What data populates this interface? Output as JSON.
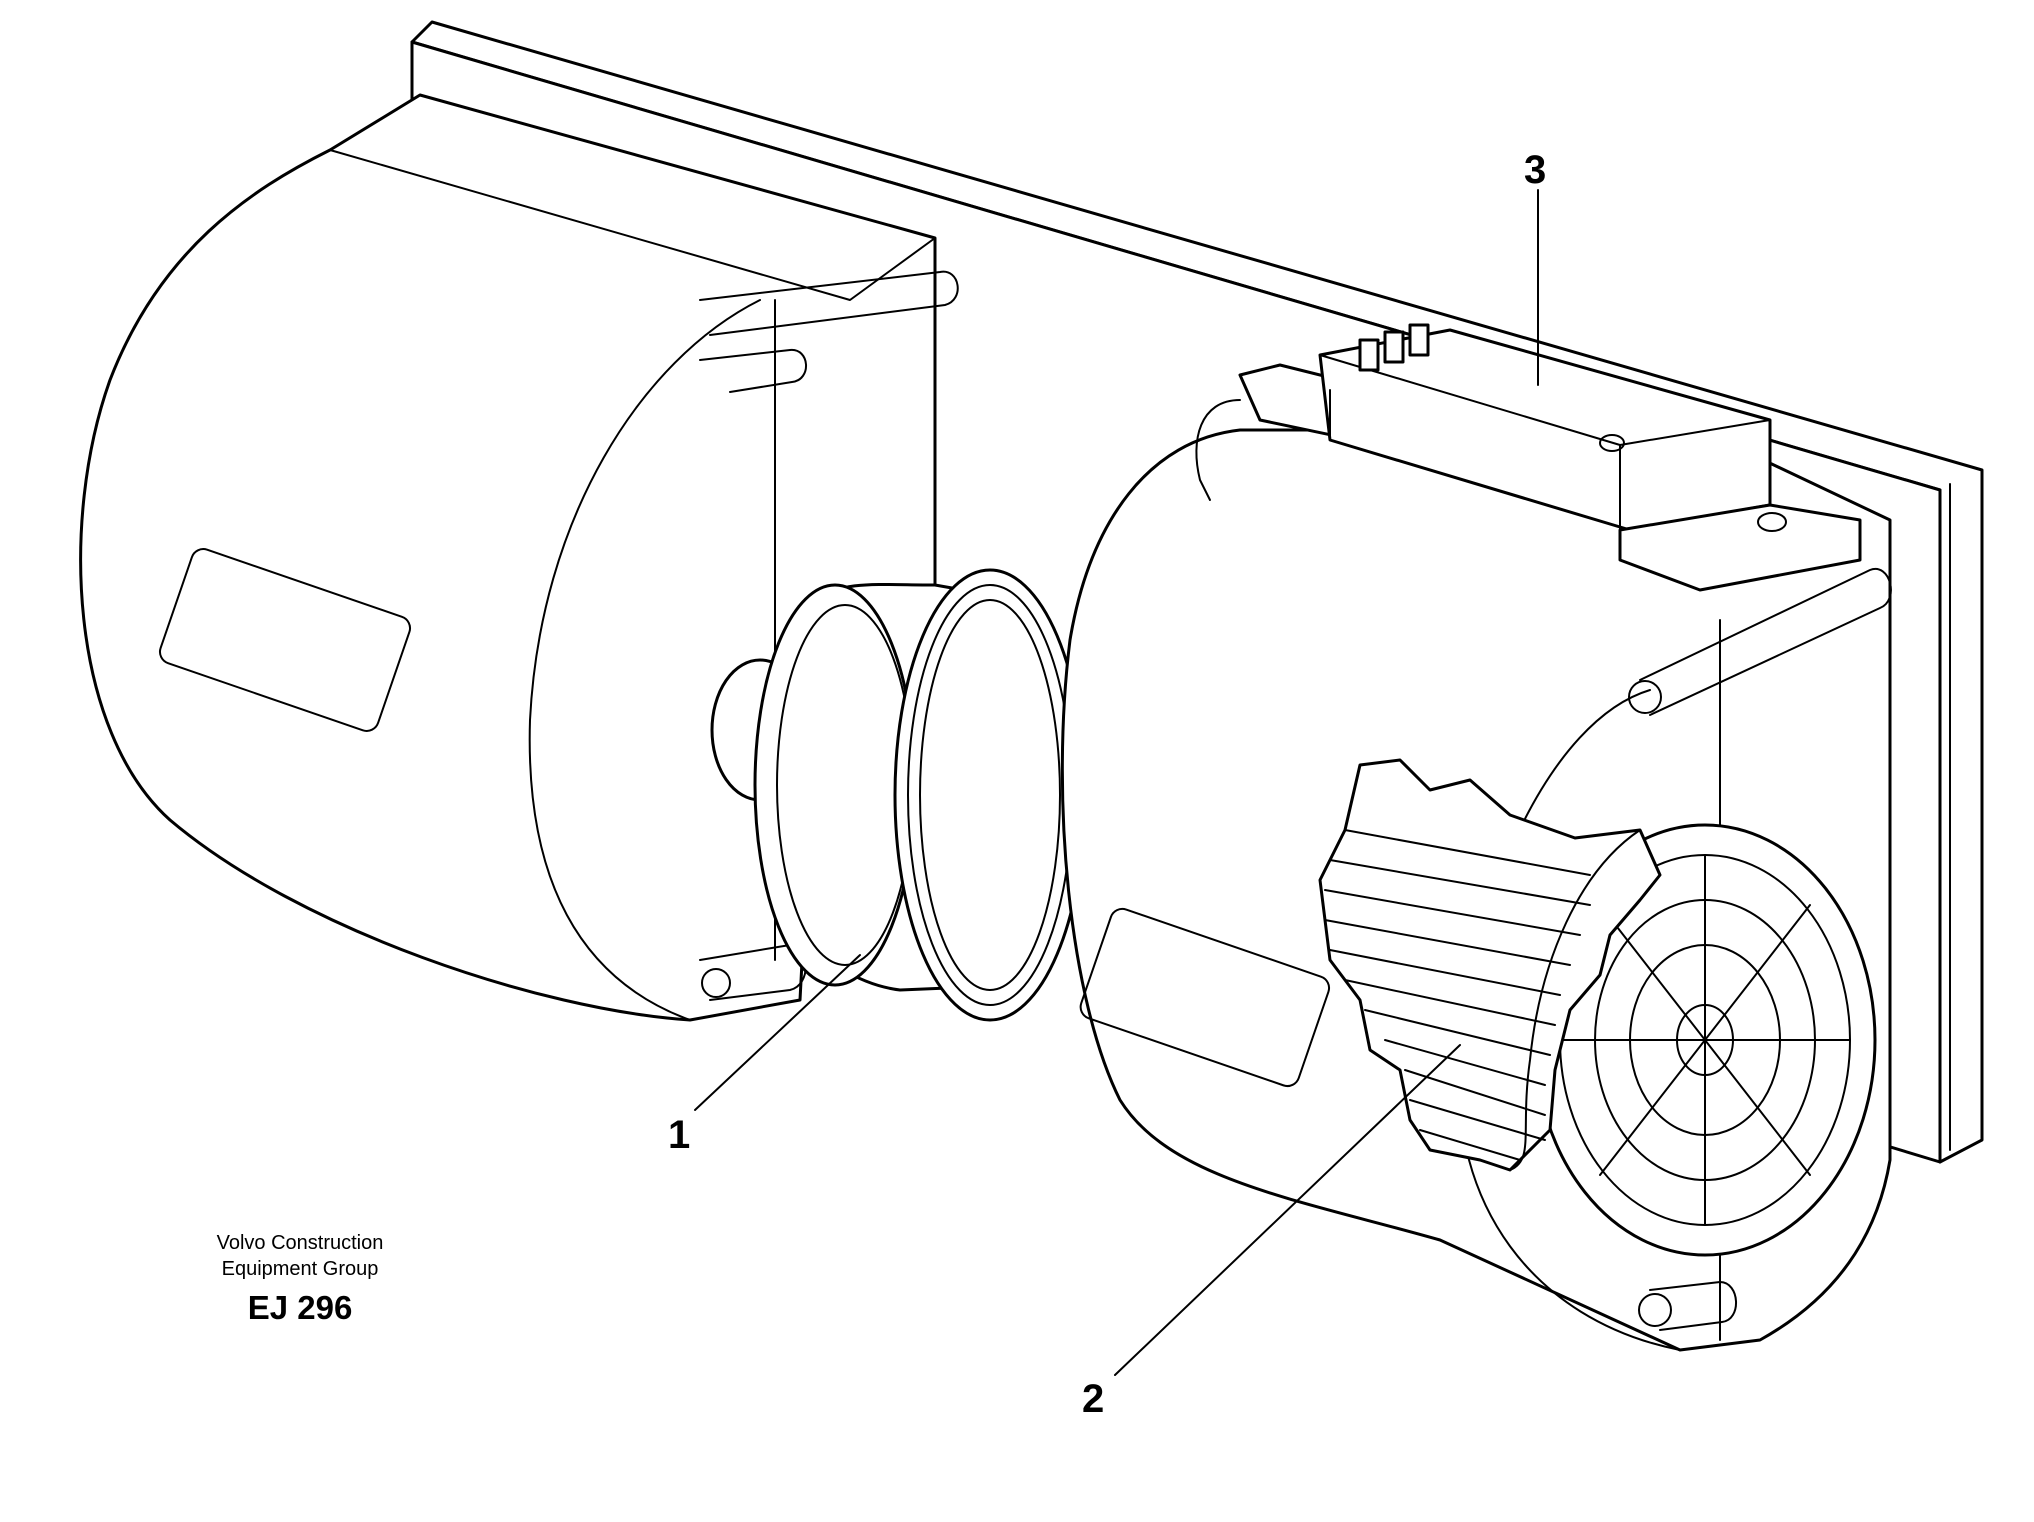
{
  "callouts": [
    {
      "id": "1",
      "label": "1"
    },
    {
      "id": "2",
      "label": "2"
    },
    {
      "id": "3",
      "label": "3"
    }
  ],
  "caption": {
    "line1": "Volvo Construction",
    "line2": "Equipment Group",
    "code": "EJ 296"
  }
}
